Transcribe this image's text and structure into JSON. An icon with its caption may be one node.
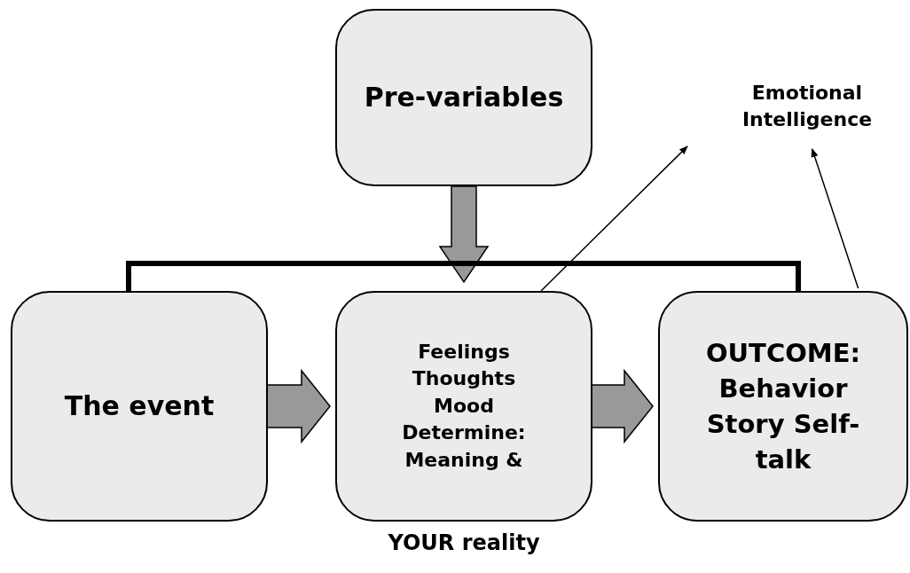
{
  "diagram": {
    "nodes": [
      {
        "text": [
          "Pre-variables"
        ]
      },
      {
        "text": [
          "Emotional Intelligence"
        ]
      },
      {
        "text": [
          "The event"
        ]
      },
      {
        "text": [
          "Feelings Thoughts Mood Determine: Meaning &"
        ],
        "beside": [
          "YOUR reality"
        ]
      },
      {
        "text": [
          "OUTCOME: Behavior Story Self-talk"
        ]
      }
    ],
    "edges": [
      {
        "from": 0,
        "to": 3,
        "arrow": "to",
        "style": "thick",
        "color": "#999999"
      },
      {
        "from": 2,
        "to": 4,
        "arrow": "none",
        "style": "thick"
      },
      {
        "from": 2,
        "to": 3,
        "arrow": "to",
        "style": "thick",
        "color": "#999999"
      },
      {
        "from": 3,
        "to": 4,
        "arrow": "to",
        "style": "thick",
        "color": "#999999"
      },
      {
        "from": 3,
        "to": 1,
        "arrow": "to"
      },
      {
        "from": 4,
        "to": 1,
        "arrow": "to"
      }
    ]
  }
}
